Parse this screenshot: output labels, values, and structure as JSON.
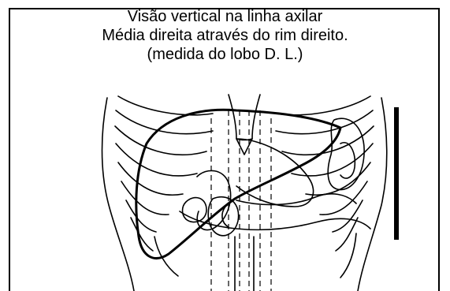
{
  "caption": {
    "line1": "Visão vertical na linha axilar",
    "line2": "Média direita através do rim direito.",
    "line3": "(medida do lobo D. L.)"
  },
  "figure": {
    "subject": "anatomical line drawing of rib cage, liver and right kidney with vertical measurement bar",
    "colors": {
      "line": "#000000",
      "background": "#ffffff"
    }
  }
}
